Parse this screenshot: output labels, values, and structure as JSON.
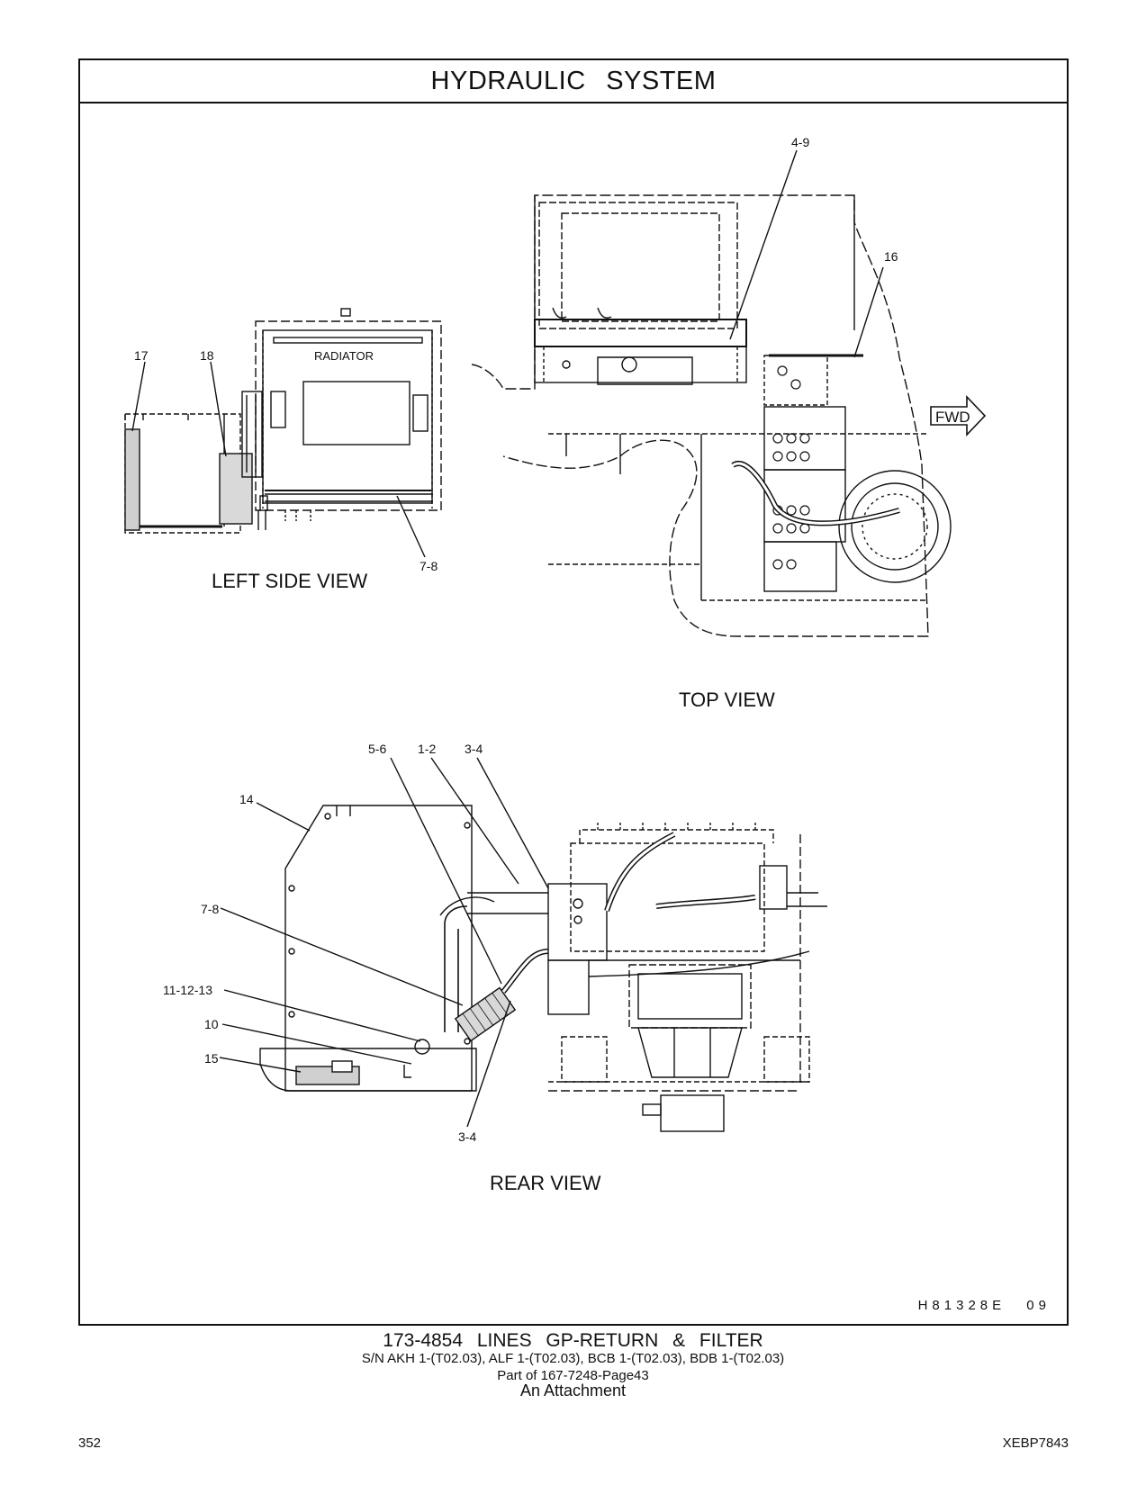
{
  "header": {
    "title": "HYDRAULIC SYSTEM"
  },
  "views": {
    "left_side": {
      "label": "LEFT SIDE VIEW",
      "callouts": [
        "17",
        "18",
        "7-8"
      ],
      "component": "RADIATOR"
    },
    "top": {
      "label": "TOP VIEW",
      "callouts": [
        "4-9",
        "16"
      ],
      "direction": "FWD"
    },
    "rear": {
      "label": "REAR VIEW",
      "callouts": [
        "5-6",
        "1-2",
        "3-4",
        "14",
        "7-8",
        "11-12-13",
        "10",
        "15",
        "3-4"
      ]
    }
  },
  "drawing_id": "H81328E 09",
  "caption": {
    "line1": "173-4854 LINES GP-RETURN & FILTER",
    "line2": "S/N AKH 1-(T02.03), ALF 1-(T02.03), BCB 1-(T02.03), BDB 1-(T02.03)",
    "line3": "Part of 167-7248-Page43",
    "line4": "An Attachment"
  },
  "footer": {
    "page_number": "352",
    "doc_number": "XEBP7843"
  }
}
